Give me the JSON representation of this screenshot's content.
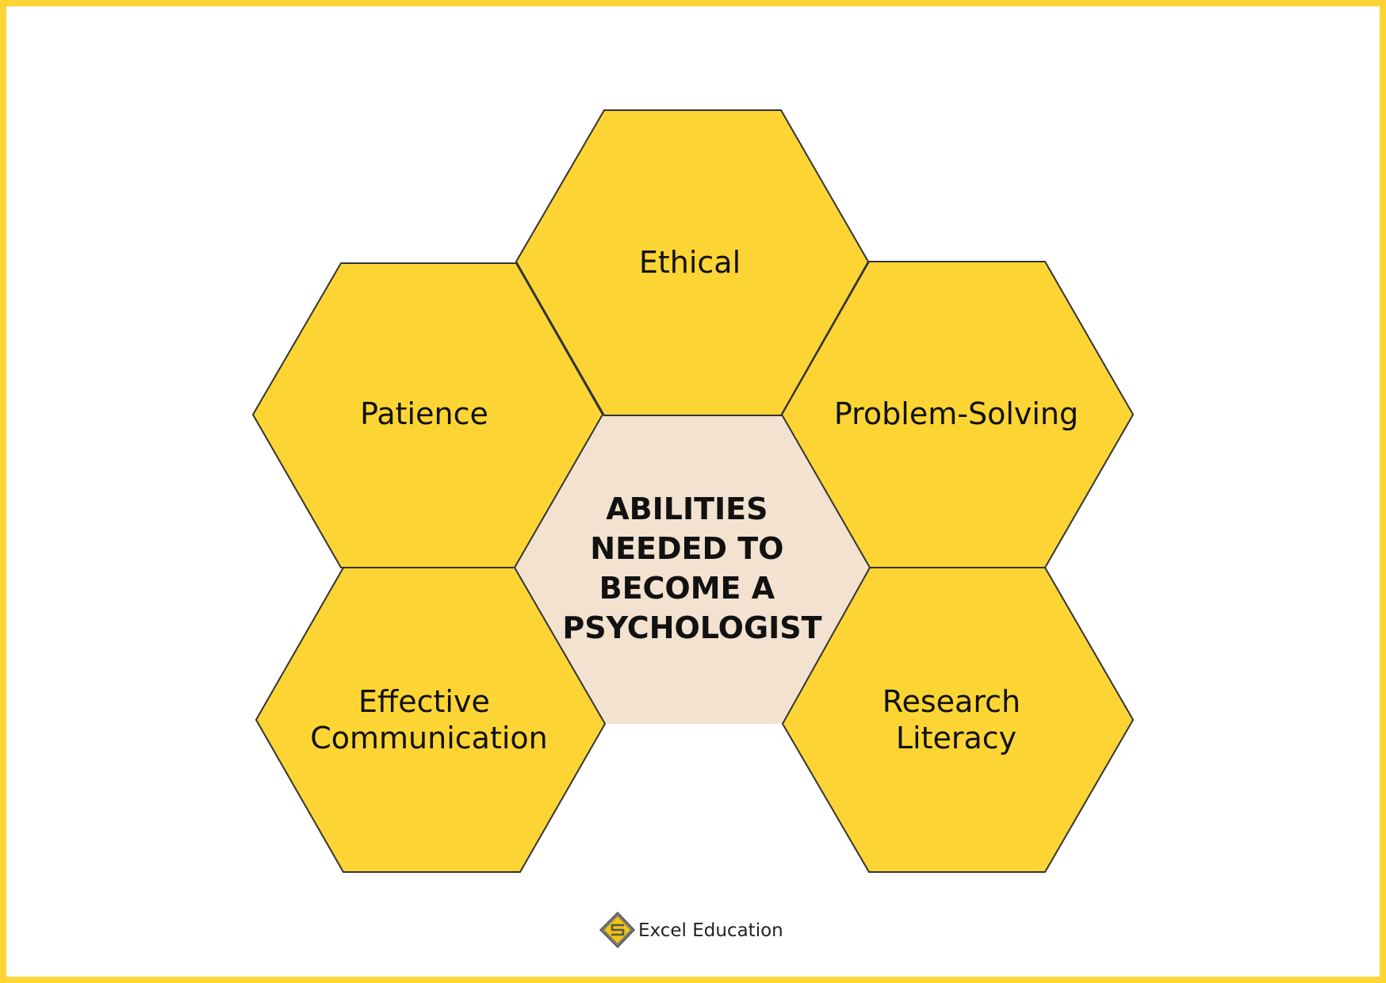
{
  "center": {
    "lines": [
      "ABILITIES",
      "NEEDED TO",
      "BECOME A",
      "PSYCHOLOGIST"
    ],
    "fill": "#f3e2d0"
  },
  "abilities": {
    "ethical": [
      "Ethical"
    ],
    "patience": [
      "Patience"
    ],
    "problem_solving": [
      "Problem-Solving"
    ],
    "effective_communication": [
      "Effective",
      "Communication"
    ],
    "research_literacy": [
      "Research",
      "Literacy"
    ]
  },
  "colors": {
    "hex_fill": "#fcd535",
    "hex_stroke": "#333333",
    "border": "#fcd535"
  },
  "logo": {
    "text": "Excel Education",
    "icon": "excel-education-logo-icon"
  }
}
